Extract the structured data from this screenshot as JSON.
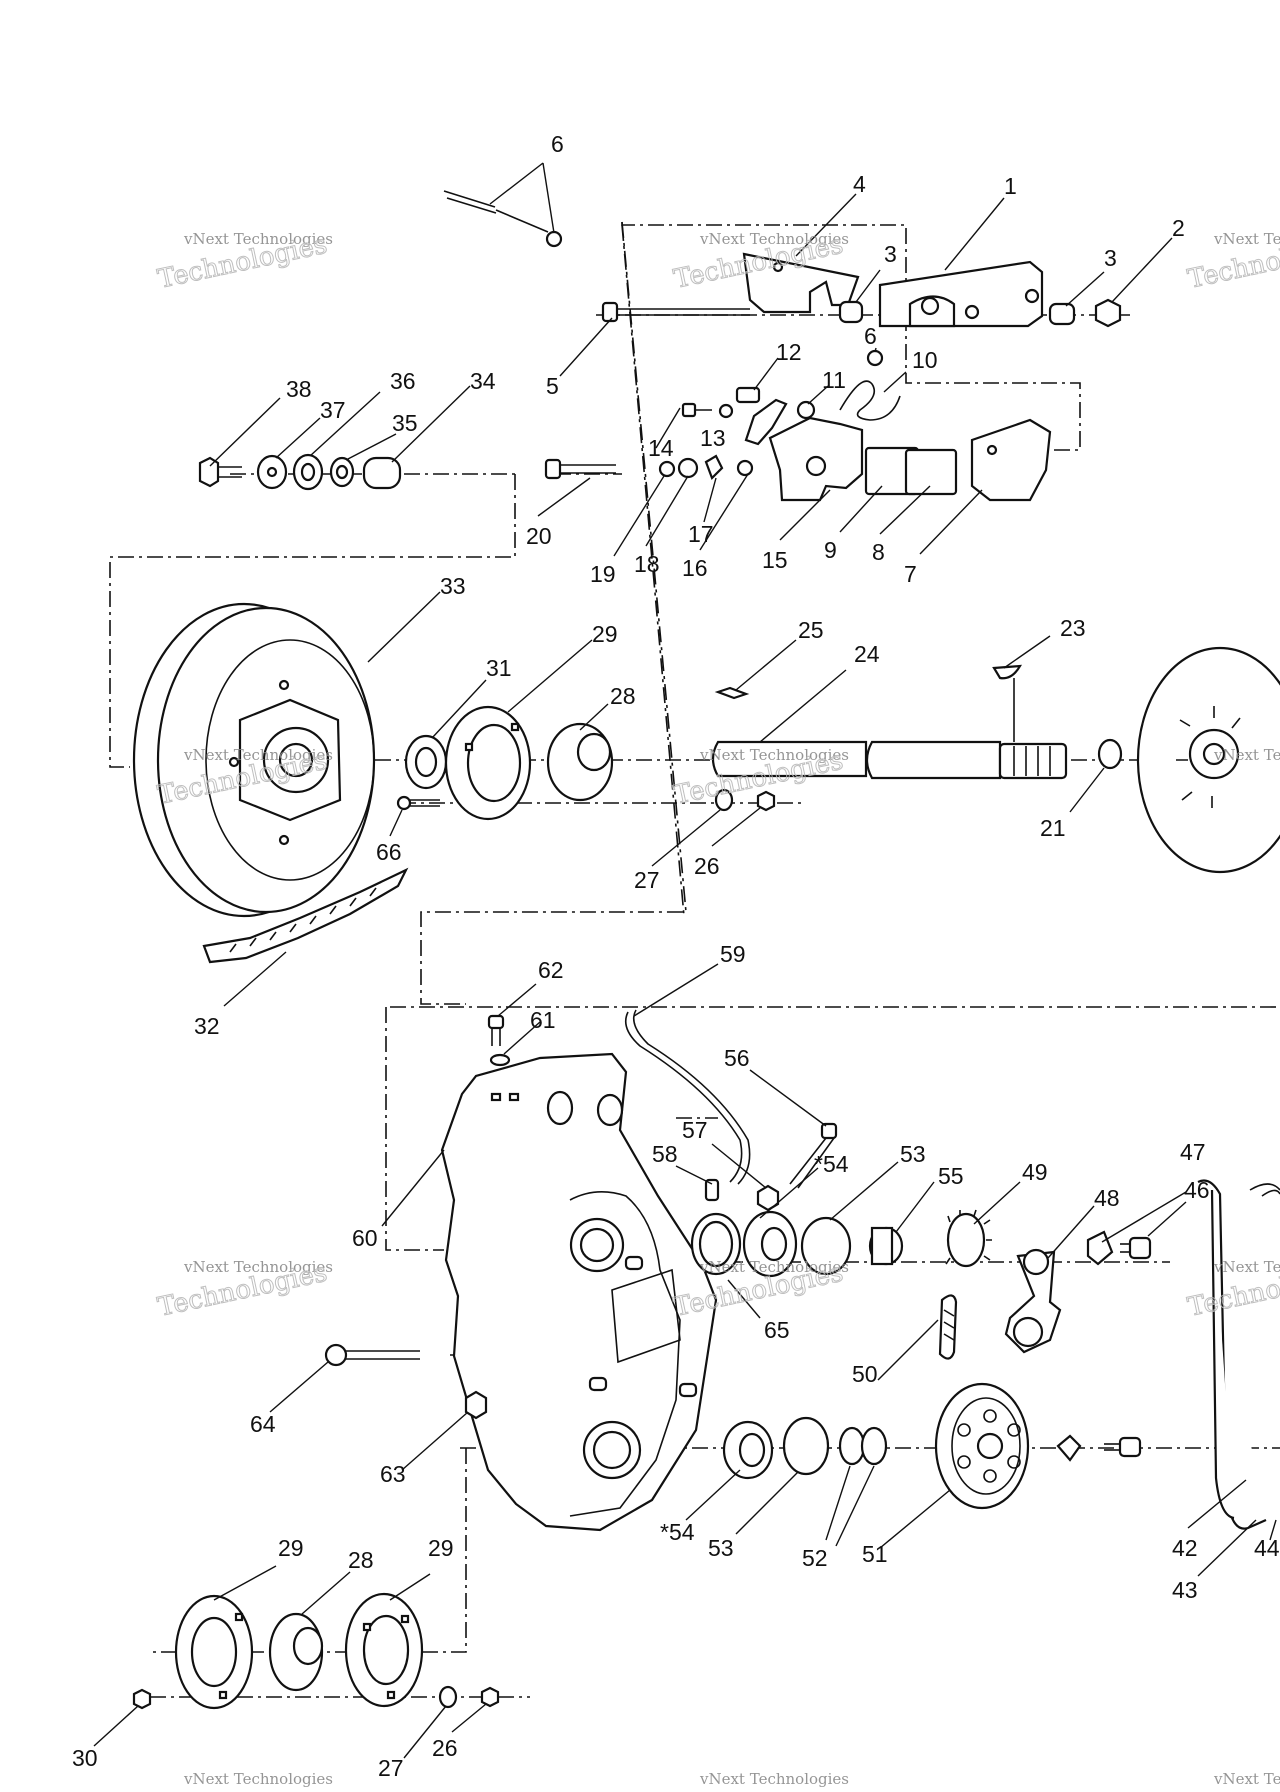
{
  "diagram": {
    "watermark": "vNext Technologies",
    "watermark_text": "Technologies",
    "callouts": [
      "6",
      "4",
      "1",
      "3",
      "2",
      "3",
      "5",
      "6",
      "12",
      "10",
      "11",
      "38",
      "37",
      "36",
      "35",
      "34",
      "14",
      "13",
      "20",
      "19",
      "18",
      "17",
      "16",
      "15",
      "9",
      "8",
      "7",
      "33",
      "29",
      "31",
      "28",
      "25",
      "24",
      "23",
      "21",
      "66",
      "27",
      "26",
      "32",
      "59",
      "62",
      "61",
      "56",
      "57",
      "58",
      "*54",
      "53",
      "55",
      "49",
      "48",
      "47",
      "46",
      "60",
      "65",
      "50",
      "64",
      "63",
      "*54",
      "53",
      "52",
      "51",
      "42",
      "43",
      "44",
      "29",
      "28",
      "29",
      "30",
      "27",
      "26"
    ]
  }
}
